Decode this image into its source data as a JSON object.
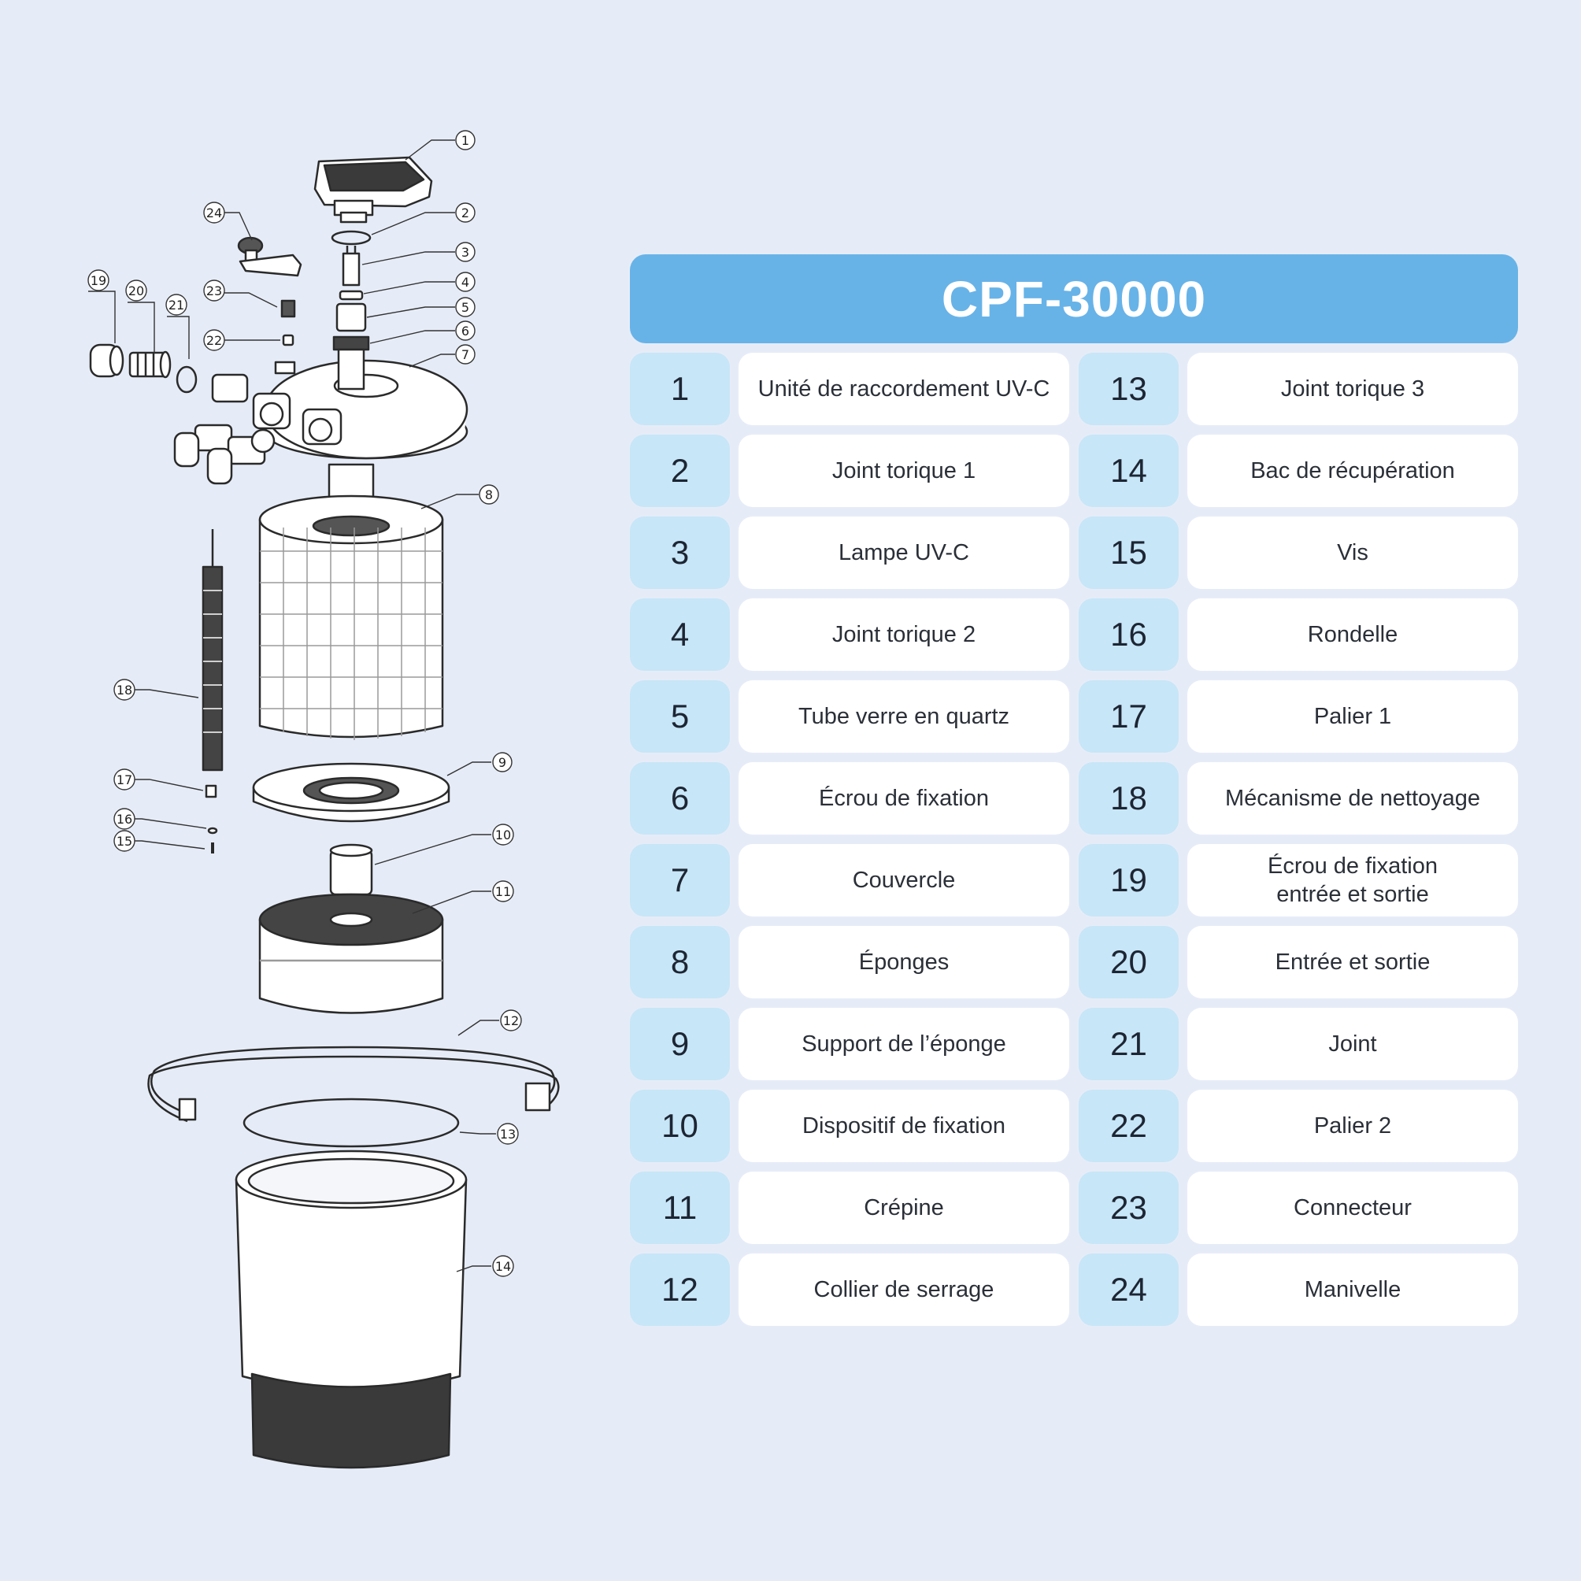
{
  "title": "CPF-30000",
  "parts": [
    {
      "no": "1",
      "name": "Unité de raccordement UV-C"
    },
    {
      "no": "2",
      "name": "Joint torique 1"
    },
    {
      "no": "3",
      "name": "Lampe UV-C"
    },
    {
      "no": "4",
      "name": "Joint torique 2"
    },
    {
      "no": "5",
      "name": "Tube verre en quartz"
    },
    {
      "no": "6",
      "name": "Écrou de fixation"
    },
    {
      "no": "7",
      "name": "Couvercle"
    },
    {
      "no": "8",
      "name": "Éponges"
    },
    {
      "no": "9",
      "name": "Support de l’éponge"
    },
    {
      "no": "10",
      "name": "Dispositif de fixation"
    },
    {
      "no": "11",
      "name": "Crépine"
    },
    {
      "no": "12",
      "name": "Collier de serrage"
    },
    {
      "no": "13",
      "name": "Joint torique 3"
    },
    {
      "no": "14",
      "name": "Bac de récupération"
    },
    {
      "no": "15",
      "name": "Vis"
    },
    {
      "no": "16",
      "name": "Rondelle"
    },
    {
      "no": "17",
      "name": "Palier 1"
    },
    {
      "no": "18",
      "name": "Mécanisme de nettoyage"
    },
    {
      "no": "19",
      "name": "Écrou de fixation\nentrée et sortie"
    },
    {
      "no": "20",
      "name": "Entrée et sortie"
    },
    {
      "no": "21",
      "name": "Joint"
    },
    {
      "no": "22",
      "name": "Palier 2"
    },
    {
      "no": "23",
      "name": "Connecteur"
    },
    {
      "no": "24",
      "name": "Manivelle"
    }
  ],
  "callouts": [
    "1",
    "2",
    "3",
    "4",
    "5",
    "6",
    "7",
    "8",
    "9",
    "10",
    "11",
    "12",
    "13",
    "14",
    "15",
    "16",
    "17",
    "18",
    "19",
    "20",
    "21",
    "22",
    "23",
    "24"
  ],
  "colors": {
    "header": "#67b3e8",
    "number_cell": "#c7e6f8",
    "label_cell": "#ffffff",
    "background": "#e6ecf7"
  }
}
